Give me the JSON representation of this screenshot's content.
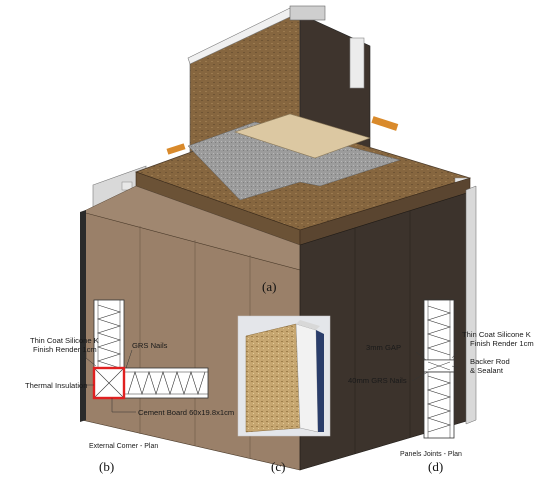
{
  "captions": {
    "a": "(a)",
    "b": "(b)",
    "c": "(c)",
    "d": "(d)"
  },
  "detail_b": {
    "render_line1": "Thin Coat Silicone K",
    "render_line2": "Finish Render 1cm",
    "nails": "GRS Nails",
    "insulation": "Thermal Insulation",
    "cement_board": "Cement Board 60x19.8x1cm",
    "title": "External Corner - Plan"
  },
  "detail_d": {
    "render_line1": "Thin Coat Silicone K",
    "render_line2": "Finish Render 1cm",
    "gap": "3mm GAP",
    "backer_line1": "Backer Rod",
    "backer_line2": "& Sealant",
    "nails": "40mm GRS Nails",
    "title": "Panels Joints - Plan"
  },
  "colors": {
    "osb": "#8a6a45",
    "wall_dark": "#4a3d33",
    "screed": "#9a9a9a",
    "plywood": "#d9c7a3",
    "highlight_red": "#e02020",
    "timber_orange": "#d98a2b"
  }
}
